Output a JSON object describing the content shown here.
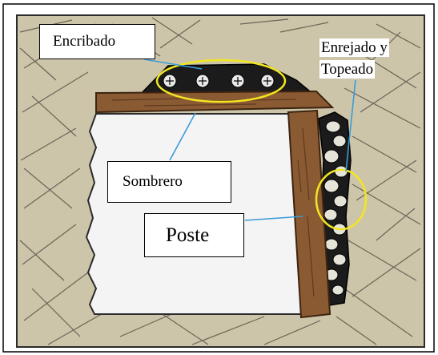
{
  "labels": {
    "encribado": "Encribado",
    "enrejado_line1": "Enrejado y",
    "enrejado_line2": "Topeado",
    "sombrero": "Sombrero",
    "poste": "Poste"
  },
  "colors": {
    "rock_background": "#cdc5a9",
    "rock_crack": "#6b6458",
    "wood": "#8a5a33",
    "wood_dark": "#5e3a1e",
    "opening": "#f4f4f4",
    "callout_highlight": "#f2e622",
    "leader_line": "#3a9bd8",
    "dark_fill": "#1b1b1b"
  }
}
